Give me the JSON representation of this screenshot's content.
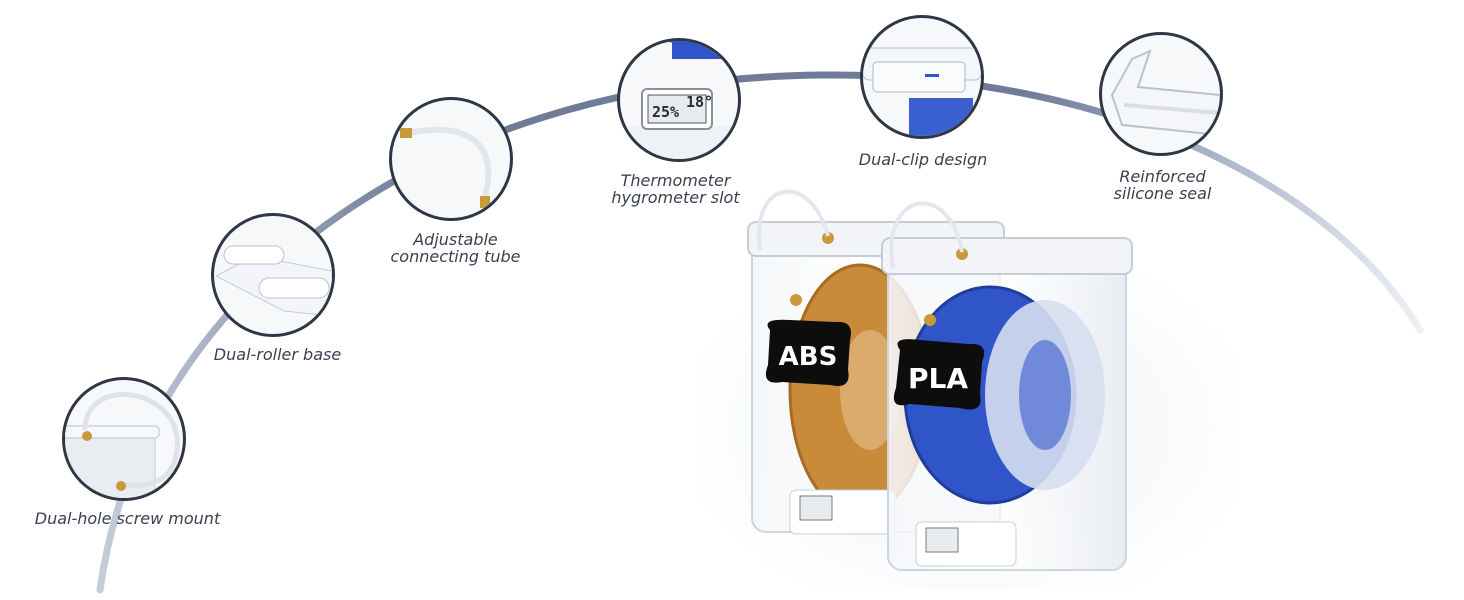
{
  "features": [
    {
      "id": "screw-mount",
      "caption": "Dual-hole screw mount"
    },
    {
      "id": "roller-base",
      "caption": "Dual-roller base"
    },
    {
      "id": "connecting-tube",
      "caption": "Adjustable\nconnecting tube"
    },
    {
      "id": "hygrometer-slot",
      "caption": "Thermometer\nhygrometer slot"
    },
    {
      "id": "dual-clip",
      "caption": "Dual-clip design"
    },
    {
      "id": "silicone-seal",
      "caption": "Reinforced\nsilicone seal"
    }
  ],
  "hygrometer_readout": {
    "humidity": "25%",
    "temperature": "18°"
  },
  "spool_labels": {
    "left": "ABS",
    "right": "PLA"
  },
  "colors": {
    "arc": "#6f7c98",
    "bubble_border": "#2f3644",
    "caption": "#3b4150",
    "abs_filament": "#c98a3a",
    "pla_filament": "#2f55c8",
    "label_bg": "#0d0d0d"
  }
}
